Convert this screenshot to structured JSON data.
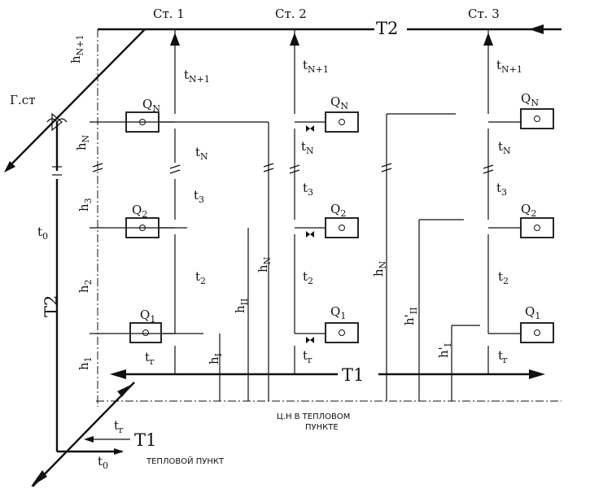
{
  "risers": {
    "r1": {
      "title": "Ст. 1",
      "Q_top": "Q",
      "Q_top_sub": "N",
      "Q_mid": "Q",
      "Q_mid_sub": "2",
      "Q_bot": "Q",
      "Q_bot_sub": "1",
      "t_top": "t",
      "t_top_sub": "N+1",
      "t_n": "t",
      "t_n_sub": "N",
      "t_3": "t",
      "t_3_sub": "3",
      "t_2": "t",
      "t_2_sub": "2",
      "t_1": "t",
      "t_1_sub": "r"
    },
    "r2": {
      "title": "Ст. 2",
      "Q_top": "Q",
      "Q_top_sub": "N",
      "Q_mid": "Q",
      "Q_mid_sub": "2",
      "Q_bot": "Q",
      "Q_bot_sub": "1",
      "t_top": "t",
      "t_top_sub": "N+1",
      "t_n": "t",
      "t_n_sub": "N",
      "t_3": "t",
      "t_3_sub": "3",
      "t_2": "t",
      "t_2_sub": "2",
      "t_1": "t",
      "t_1_sub": "r"
    },
    "r3": {
      "title": "Ст. 3",
      "Q_top": "Q",
      "Q_top_sub": "N",
      "Q_mid": "Q",
      "Q_mid_sub": "2",
      "Q_bot": "Q",
      "Q_bot_sub": "1",
      "t_top": "t",
      "t_top_sub": "N+1",
      "t_n": "t",
      "t_n_sub": "N",
      "t_3": "t",
      "t_3_sub": "3",
      "t_2": "t",
      "t_2_sub": "2",
      "t_1": "t",
      "t_1_sub": "r"
    }
  },
  "mains": {
    "supply": "T1",
    "return": "T2",
    "vertical": "T2",
    "bottom": "T1"
  },
  "heights": {
    "h_n1": "h",
    "h_n1_sub": "N+1",
    "h_n": "h",
    "h_n_sub": "N",
    "h_3": "h",
    "h_3_sub": "3",
    "h_2": "h",
    "h_2_sub": "2",
    "h_1": "h",
    "h_1_sub": "1",
    "hN_a": "h",
    "hN_a_sub": "N",
    "hII_a": "h",
    "hII_a_sub": "II",
    "hI_a": "h",
    "hI_a_sub": "I",
    "hN_b": "h",
    "hN_b_sub": "N",
    "hII_b": "h'",
    "hII_b_sub": "II",
    "hI_b": "h'",
    "hI_b_sub": "I"
  },
  "misc": {
    "gst": "Г.ст",
    "t0_left": "t",
    "t0_left_sub": "0",
    "tr_bottom": "t",
    "tr_bottom_sub": "r",
    "t0_bottom": "t",
    "t0_bottom_sub": "0",
    "cn_caption_1": "Ц.Н  В ТЕПЛОВОМ",
    "cn_caption_2": "ПУНКТЕ",
    "heat_point": "ТЕПЛОВОЙ ПУНКТ"
  }
}
